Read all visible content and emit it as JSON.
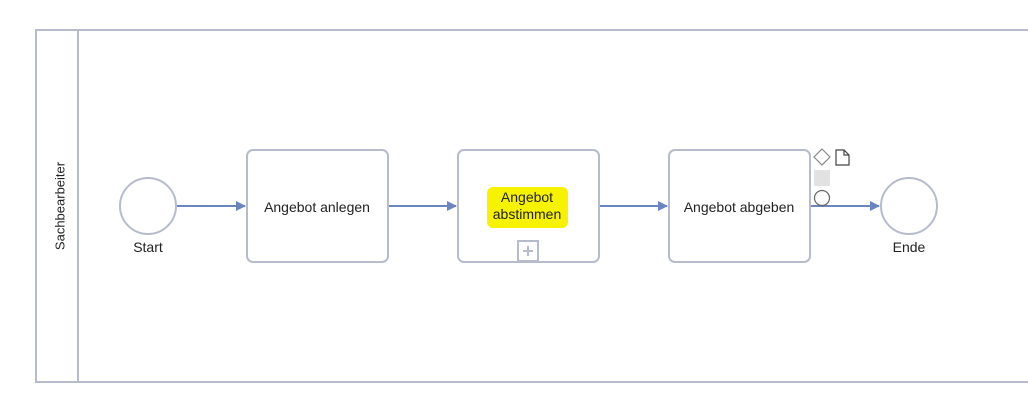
{
  "colors": {
    "border": "#b6bccc",
    "flow": "#6a85c0",
    "highlight": "#f7f200",
    "text": "#222222"
  },
  "pool": {
    "lane_label": "Sachbearbeiter"
  },
  "events": {
    "start": {
      "label": "Start"
    },
    "end": {
      "label": "Ende"
    }
  },
  "tasks": {
    "create": {
      "label": "Angebot anlegen"
    },
    "coordinate": {
      "label_line1": "Angebot",
      "label_line2": "abstimmen",
      "marker_icon": "plus-square-icon"
    },
    "submit": {
      "label": "Angebot abgeben"
    }
  },
  "context_pad": {
    "icons": [
      "gateway-diamond-icon",
      "data-object-icon",
      "task-rect-icon",
      "event-circle-icon"
    ]
  }
}
